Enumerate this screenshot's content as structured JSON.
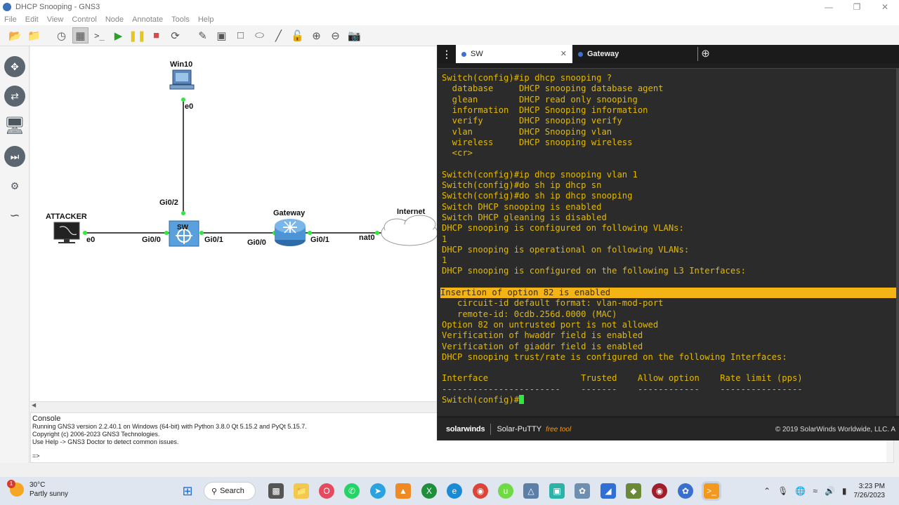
{
  "window": {
    "title": "DHCP Snooping - GNS3"
  },
  "menu": [
    "File",
    "Edit",
    "View",
    "Control",
    "Node",
    "Annotate",
    "Tools",
    "Help"
  ],
  "toolbar_icons": [
    "open-folder-icon",
    "folder-icon",
    "clock-icon",
    "snap-grid-icon",
    "console-icon",
    "play-icon",
    "pause-icon",
    "stop-icon",
    "reload-icon",
    "edit-note-icon",
    "image-icon",
    "rectangle-icon",
    "ellipse-icon",
    "line-icon",
    "lock-icon",
    "zoom-in-icon",
    "zoom-out-icon",
    "camera-icon"
  ],
  "topology": {
    "nodes": [
      {
        "name": "Win10",
        "type": "workstation"
      },
      {
        "name": "ATTACKER",
        "type": "host"
      },
      {
        "name": "SW",
        "type": "switch"
      },
      {
        "name": "Gateway",
        "type": "router"
      },
      {
        "name": "Internet",
        "type": "cloud"
      }
    ],
    "ports": [
      "e0",
      "Gi0/2",
      "e0",
      "Gi0/0",
      "Gi0/1",
      "Gi0/0",
      "Gi0/1",
      "nat0"
    ]
  },
  "console": {
    "title": "Console",
    "lines": [
      "Running GNS3 version 2.2.40.1 on Windows (64-bit) with Python 3.8.0 Qt 5.15.2 and PyQt 5.15.7.",
      "Copyright (c) 2006-2023 GNS3 Technologies.",
      "Use Help -> GNS3 Doctor to detect common issues."
    ],
    "prompt": "=>"
  },
  "terminal": {
    "tabs": [
      {
        "label": "SW",
        "active": true
      },
      {
        "label": "Gateway",
        "active": false
      }
    ],
    "lines": [
      "Switch(config)#ip dhcp snooping ?",
      "  database     DHCP snooping database agent",
      "  glean        DHCP read only snooping",
      "  information  DHCP Snooping information",
      "  verify       DHCP snooping verify",
      "  vlan         DHCP Snooping vlan",
      "  wireless     DHCP snooping wireless",
      "  <cr>",
      "",
      "Switch(config)#ip dhcp snooping vlan 1",
      "Switch(config)#do sh ip dhcp sn",
      "Switch(config)#do sh ip dhcp snooping",
      "Switch DHCP snooping is enabled",
      "Switch DHCP gleaning is disabled",
      "DHCP snooping is configured on following VLANs:",
      "1",
      "DHCP snooping is operational on following VLANs:",
      "1",
      "DHCP snooping is configured on the following L3 Interfaces:",
      "",
      "Insertion of option 82 is enabled",
      "   circuit-id default format: vlan-mod-port",
      "   remote-id: 0cdb.256d.0000 (MAC)",
      "Option 82 on untrusted port is not allowed",
      "Verification of hwaddr field is enabled",
      "Verification of giaddr field is enabled",
      "DHCP snooping trust/rate is configured on the following Interfaces:",
      "",
      "Interface                  Trusted    Allow option    Rate limit (pps)",
      "-----------------------    -------    ------------    ----------------",
      "Switch(config)#"
    ],
    "highlight_line": 20,
    "footer": {
      "brand": "solarwinds",
      "product": "Solar-PuTTY",
      "free": "free tool",
      "copyright": "© 2019 SolarWinds Worldwide, LLC. A"
    }
  },
  "taskbar": {
    "weather_temp": "30°C",
    "weather_desc": "Partly sunny",
    "weather_badge": "1",
    "search_label": "Search",
    "time": "3:23 PM",
    "date": "7/26/2023",
    "apps": [
      "windows-start-icon",
      "task-view-icon",
      "file-explorer-icon",
      "opera-icon",
      "whatsapp-icon",
      "telegram-icon",
      "vlc-icon",
      "xbox-icon",
      "edge-icon",
      "chrome-icon",
      "upwork-icon",
      "3d-viewer-icon",
      "gns3-app-icon",
      "wing-icon",
      "chart-app-icon",
      "winbox-icon",
      "shield-app-icon",
      "bird-app-icon",
      "solar-putty-icon"
    ]
  }
}
